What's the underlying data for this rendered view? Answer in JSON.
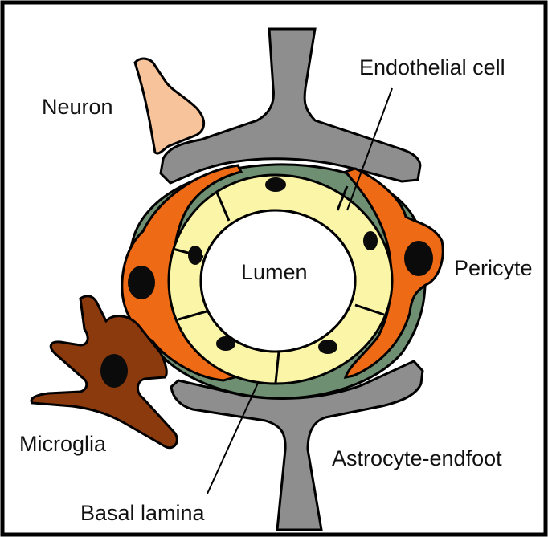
{
  "labels": {
    "neuron": "Neuron",
    "endothelial_cell": "Endothelial cell",
    "lumen": "Lumen",
    "pericyte": "Pericyte",
    "microglia": "Microglia",
    "astrocyte_endfoot": "Astrocyte-endfoot",
    "basal_lamina": "Basal lamina"
  },
  "colors": {
    "astrocyte": "#8e8e8e",
    "basal_lamina": "#6f8f73",
    "pericyte": "#ee6a14",
    "endothelium": "#fbf5a8",
    "microglia": "#8b3a0e",
    "neuron": "#f6c39a",
    "nucleus": "#0b0b0b",
    "lumen": "#ffffff"
  }
}
